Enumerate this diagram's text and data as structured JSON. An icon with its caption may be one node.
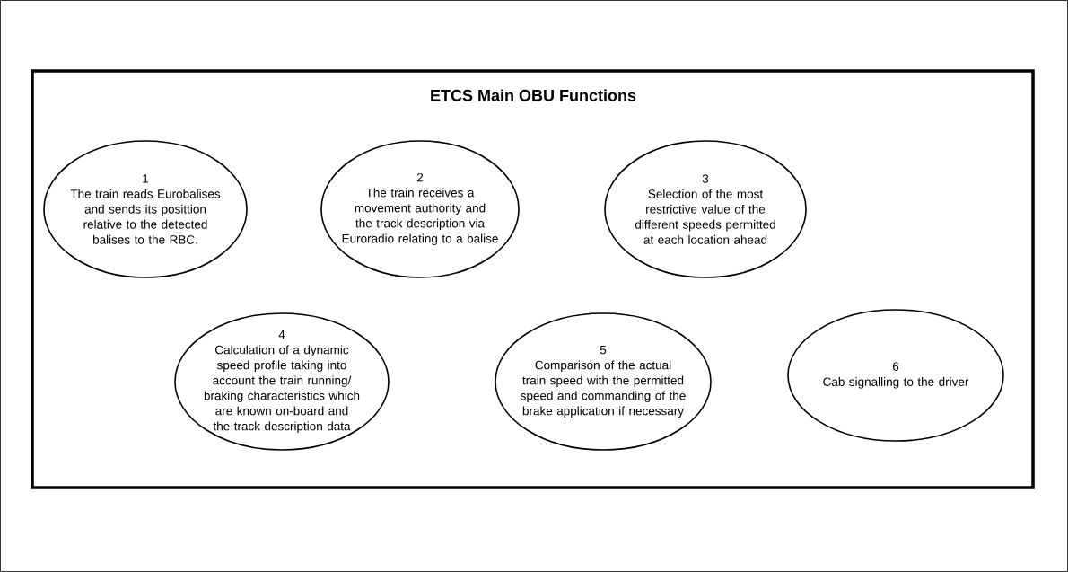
{
  "diagram": {
    "title": "ETCS Main OBU Functions",
    "nodes": [
      {
        "text": [
          "1",
          "The train reads Eurobalises and sends its posittion relative to the detected balises to the RBC."
        ]
      },
      {
        "text": [
          "2",
          "The train receives a movement authority and the track description  via Euroradio relating to a balise"
        ]
      },
      {
        "text": [
          "3",
          "Selection of the most restrictive value of the different speeds permitted at each location ahead"
        ]
      },
      {
        "text": [
          "4",
          "Calculation of a dynamic speed profile taking into account the train running/ braking characteristics which are known on-board and the track description data"
        ]
      },
      {
        "text": [
          "5",
          "Comparison of the actual train speed with the permitted speed and commanding of the brake application if necessary"
        ]
      },
      {
        "text": [
          "6",
          "Cab signalling to the driver"
        ]
      }
    ]
  }
}
